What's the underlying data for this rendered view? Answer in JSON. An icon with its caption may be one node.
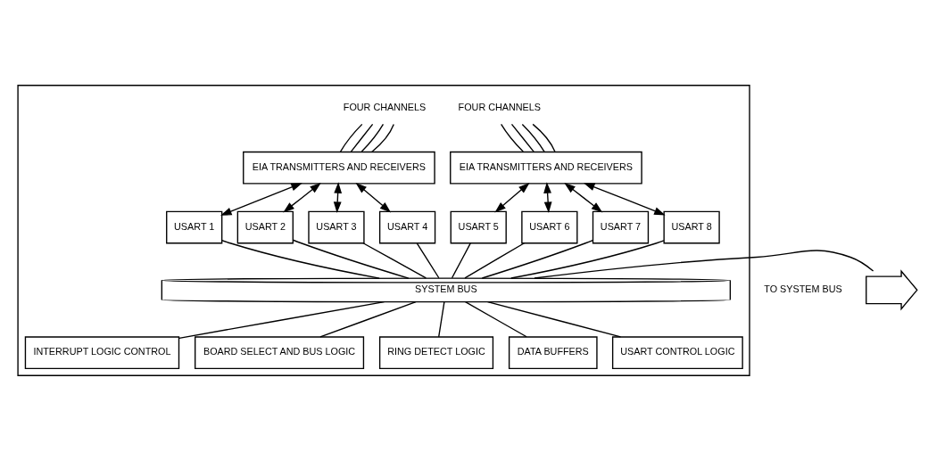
{
  "diagram": {
    "nodes": [
      {
        "text": [],
        "shape": "box"
      },
      {
        "text": [
          "FOUR CHANNELS"
        ],
        "in": 0
      },
      {
        "text": [
          "EIA TRANSMITTERS AND RECEIVERS"
        ],
        "in": 0
      },
      {
        "text": [
          "FOUR CHANNELS"
        ],
        "in": 0
      },
      {
        "text": [
          "EIA TRANSMITTERS AND RECEIVERS"
        ],
        "in": 0
      },
      {
        "text": [
          "USART 1"
        ],
        "in": 0
      },
      {
        "text": [
          "USART 2"
        ],
        "in": 0
      },
      {
        "text": [
          "USART 3"
        ],
        "in": 0
      },
      {
        "text": [
          "USART 4"
        ],
        "in": 0
      },
      {
        "text": [
          "USART 5"
        ],
        "in": 0
      },
      {
        "text": [
          "USART 6"
        ],
        "in": 0
      },
      {
        "text": [
          "USART 7"
        ],
        "in": 0
      },
      {
        "text": [
          "USART 8"
        ],
        "in": 0
      },
      {
        "text": [
          "SYSTEM BUS"
        ],
        "in": 0
      },
      {
        "text": [
          "INTERRUPT LOGIC CONTROL"
        ],
        "in": 0
      },
      {
        "text": [
          "BOARD SELECT AND BUS LOGIC"
        ],
        "in": 0
      },
      {
        "text": [
          "RING DETECT LOGIC"
        ],
        "in": 0
      },
      {
        "text": [
          "DATA BUFFERS"
        ],
        "in": 0
      },
      {
        "text": [
          "USART CONTROL LOGIC"
        ],
        "in": 0
      },
      {
        "text": [],
        "shape": "arrow",
        "beside": [
          "TO SYSTEM BUS"
        ]
      }
    ],
    "edges": [
      {
        "from": 2,
        "to": 1,
        "arrow": "none"
      },
      {
        "from": 2,
        "to": 1,
        "arrow": "none"
      },
      {
        "from": 2,
        "to": 1,
        "arrow": "none"
      },
      {
        "from": 2,
        "to": 1,
        "arrow": "none"
      },
      {
        "from": 4,
        "to": 3,
        "arrow": "none"
      },
      {
        "from": 4,
        "to": 3,
        "arrow": "none"
      },
      {
        "from": 4,
        "to": 3,
        "arrow": "none"
      },
      {
        "from": 4,
        "to": 3,
        "arrow": "none"
      },
      {
        "from": 2,
        "to": 5,
        "arrow": "both"
      },
      {
        "from": 2,
        "to": 6,
        "arrow": "both"
      },
      {
        "from": 2,
        "to": 7,
        "arrow": "both"
      },
      {
        "from": 2,
        "to": 8,
        "arrow": "both"
      },
      {
        "from": 4,
        "to": 9,
        "arrow": "both"
      },
      {
        "from": 4,
        "to": 10,
        "arrow": "both"
      },
      {
        "from": 4,
        "to": 11,
        "arrow": "both"
      },
      {
        "from": 4,
        "to": 12,
        "arrow": "both"
      },
      {
        "from": 5,
        "to": 13,
        "arrow": "none"
      },
      {
        "from": 6,
        "to": 13,
        "arrow": "none"
      },
      {
        "from": 7,
        "to": 13,
        "arrow": "none"
      },
      {
        "from": 8,
        "to": 13,
        "arrow": "none"
      },
      {
        "from": 9,
        "to": 13,
        "arrow": "none"
      },
      {
        "from": 10,
        "to": 13,
        "arrow": "none"
      },
      {
        "from": 11,
        "to": 13,
        "arrow": "none"
      },
      {
        "from": 12,
        "to": 13,
        "arrow": "none"
      },
      {
        "from": 13,
        "to": 14,
        "arrow": "none"
      },
      {
        "from": 13,
        "to": 15,
        "arrow": "none"
      },
      {
        "from": 13,
        "to": 16,
        "arrow": "none"
      },
      {
        "from": 13,
        "to": 17,
        "arrow": "none"
      },
      {
        "from": 13,
        "to": 18,
        "arrow": "none"
      },
      {
        "from": 13,
        "to": 19,
        "arrow": "none"
      }
    ]
  }
}
